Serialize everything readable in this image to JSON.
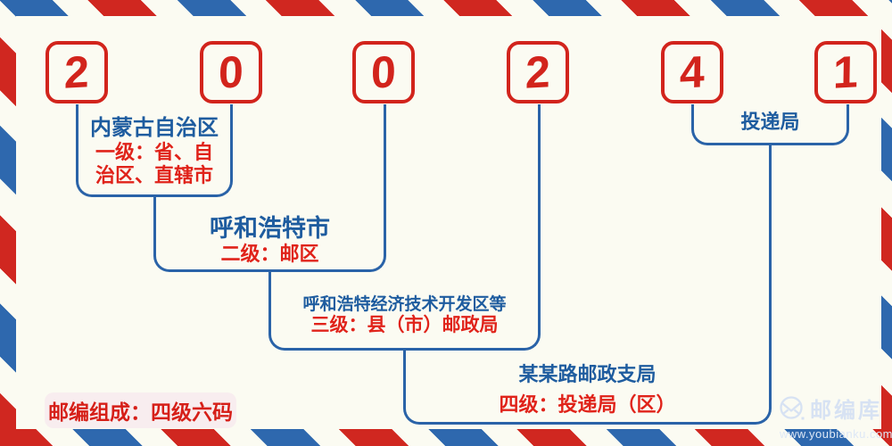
{
  "postal_code": {
    "digits": [
      "2",
      "0",
      "0",
      "2",
      "4",
      "1"
    ]
  },
  "annotations": {
    "level1": {
      "title": "内蒙古自治区",
      "desc_line1": "一级：省、自",
      "desc_line2": "治区、直辖市"
    },
    "level2": {
      "title": "呼和浩特市",
      "desc": "二级：邮区"
    },
    "level3": {
      "title": "呼和浩特经济技术开发区等",
      "desc": "三级：县（市）邮政局"
    },
    "level4": {
      "title": "某某路邮政支局",
      "desc": "四级：投递局（区）"
    },
    "delivery_bureau": {
      "label": "投递局"
    }
  },
  "badge": {
    "text": "邮编组成：四级六码"
  },
  "watermark": {
    "brand": "邮编库",
    "url": "www.youbianku.com"
  },
  "colors": {
    "stripe_red": "#d02720",
    "stripe_blue": "#2e68ae",
    "digit_red": "#d2241c",
    "line_blue": "#2a63a8",
    "text_blue": "#1e5c9f",
    "text_red": "#e0231a",
    "badge_bg": "#f8edef",
    "badge_text": "#d61f18",
    "watermark_blue": "#d7e2f3",
    "background": "#fbfbf2"
  }
}
